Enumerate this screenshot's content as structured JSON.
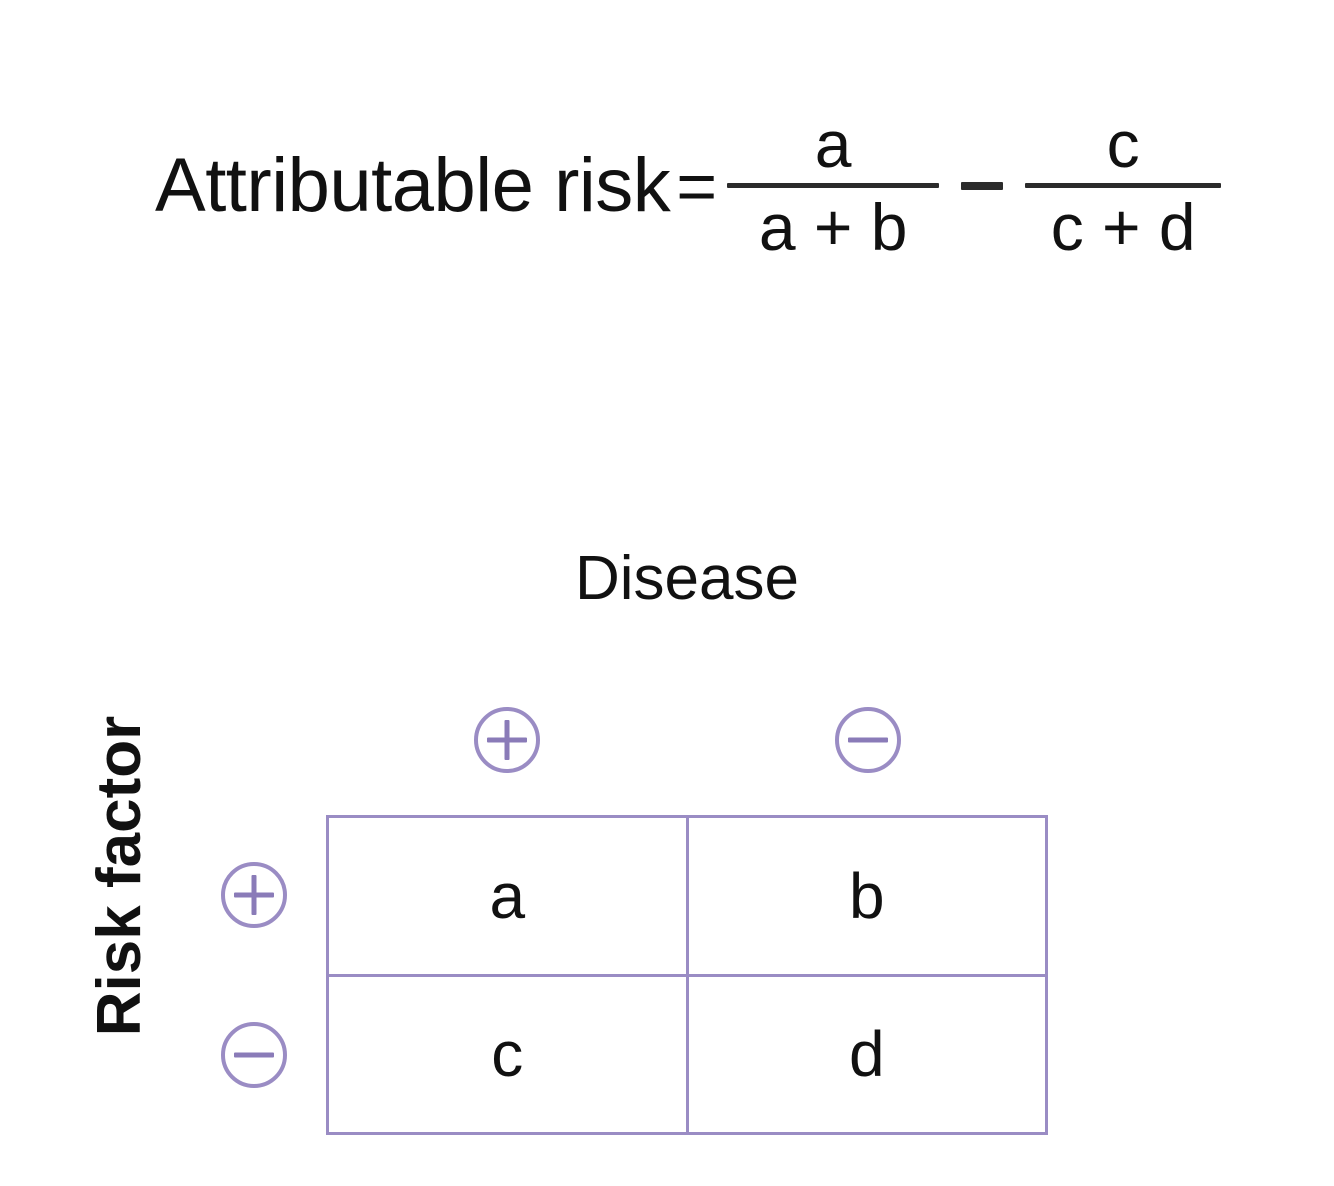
{
  "formula": {
    "label": "Attributable risk",
    "equals": "=",
    "operator": "−",
    "left_fraction": {
      "numerator": "a",
      "denominator": "a + b"
    },
    "right_fraction": {
      "numerator": "c",
      "denominator": "c + d"
    }
  },
  "table": {
    "column_axis_title": "Disease",
    "row_axis_title": "Risk factor",
    "column_marks": [
      {
        "symbol": "plus",
        "name": "disease-positive"
      },
      {
        "symbol": "minus",
        "name": "disease-negative"
      }
    ],
    "row_marks": [
      {
        "symbol": "plus",
        "name": "risk-factor-positive"
      },
      {
        "symbol": "minus",
        "name": "risk-factor-negative"
      }
    ],
    "rows": [
      [
        "a",
        "b"
      ],
      [
        "c",
        "d"
      ]
    ]
  },
  "colors": {
    "background": "#ffffff",
    "text": "#111111",
    "rule": "#2b2b2b",
    "table_border": "#9a8cc4",
    "symbol": "#8a7bb8"
  }
}
